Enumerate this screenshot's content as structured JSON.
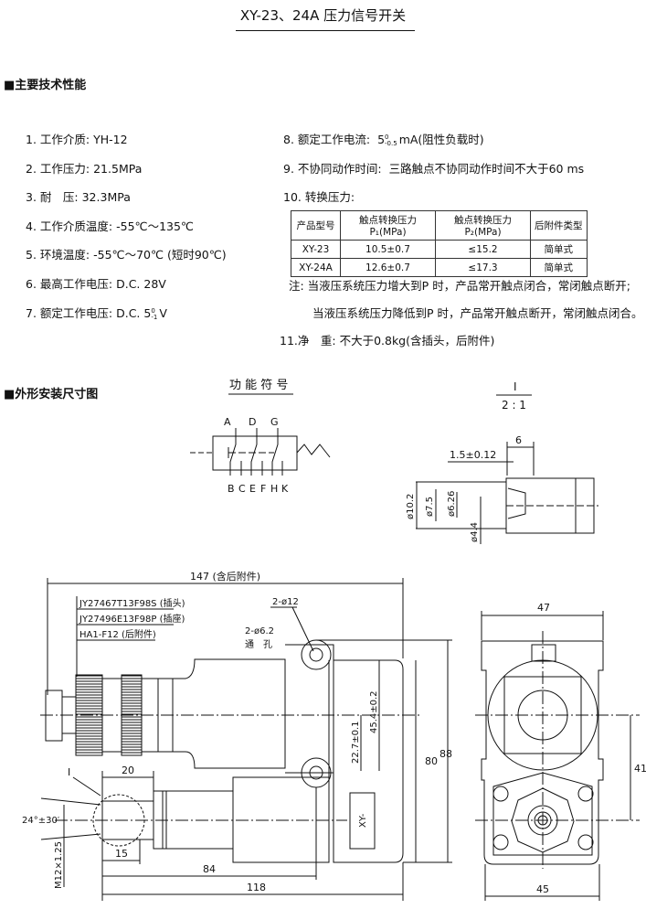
{
  "title": "XY-23、24A 压力信号开关",
  "section_performance": "■主要技术性能",
  "section_drawing": "■外形安装尺寸图",
  "specs_left": [
    {
      "label": "1. 工作介质:",
      "value": "YH-12"
    },
    {
      "label": "2. 工作压力:",
      "value": "21.5MPa"
    },
    {
      "label": "3. 耐　压:",
      "value": "32.3MPa"
    },
    {
      "label": "4. 工作介质温度:",
      "value": "-55℃～135℃"
    },
    {
      "label": "5. 环境温度:",
      "value": "-55℃～70℃ (短时90℃)"
    },
    {
      "label": "6. 最高工作电压:",
      "value": "D.C. 28V"
    },
    {
      "label": "7. 额定工作电压:",
      "value": "D.C. 5",
      "tol_upper": "0",
      "tol_lower": "-1",
      "unit": "V"
    }
  ],
  "specs_right": [
    {
      "label": "8. 额定工作电流:",
      "value": "5",
      "tol_upper": "0",
      "tol_lower": "-0.5",
      "unit": "mA(阻性负载时)"
    },
    {
      "label": "9. 不协同动作时间:",
      "value": "三路触点不协同动作时间不大于60 ms"
    },
    {
      "label": "10. 转换压力:",
      "value": ""
    }
  ],
  "pressure_table": {
    "headers": [
      "产品型号",
      "触点转换压力P₁(MPa)",
      "触点转换压力P₂(MPa)",
      "后附件类型"
    ],
    "rows": [
      [
        "XY-23",
        "10.5±0.7",
        "≤15.2",
        "简单式"
      ],
      [
        "XY-24A",
        "12.6±0.7",
        "≤17.3",
        "简单式"
      ]
    ]
  },
  "notes": [
    "注: 当液压系统压力增大到P 时，产品常开触点闭合，常闭触点断开;",
    "当液压系统压力降低到P 时，产品常开触点断开，常闭触点闭合。"
  ],
  "weight": "11.净　重:  不大于0.8kg(含插头，后附件)",
  "function_symbol": {
    "title": "功 能 符 号",
    "top_labels": [
      "A",
      "D",
      "G"
    ],
    "bottom_labels": [
      "B",
      "C",
      "E",
      "F",
      "H",
      "K"
    ]
  },
  "detail": {
    "name": "I",
    "scale": "2 : 1",
    "dims": [
      "6",
      "1.5±0.12",
      "ø10.2",
      "ø7.5",
      "ø6.26",
      "ø4.4"
    ]
  },
  "main_view": {
    "overall_length": "147 (含后附件)",
    "parts": [
      "JY27467T13F98S (插头)",
      "JY27496E13F98P (插座)",
      "HA1-F12 (后附件)"
    ],
    "holes_a": "2-ø12",
    "holes_b": "2-ø6.2",
    "holes_b_note": "通　孔",
    "dims": {
      "d20": "20",
      "d15": "15",
      "d84": "84",
      "d118": "118",
      "d80": "80",
      "d88": "88",
      "d454": "45.4±0.2",
      "d227": "22.7±0.1",
      "angle": "24°±30′",
      "thread": "M12×1.25",
      "detail_ref": "I"
    },
    "nameplate": "XY-"
  },
  "side_view": {
    "d47": "47",
    "d45": "45",
    "d41": "41"
  }
}
